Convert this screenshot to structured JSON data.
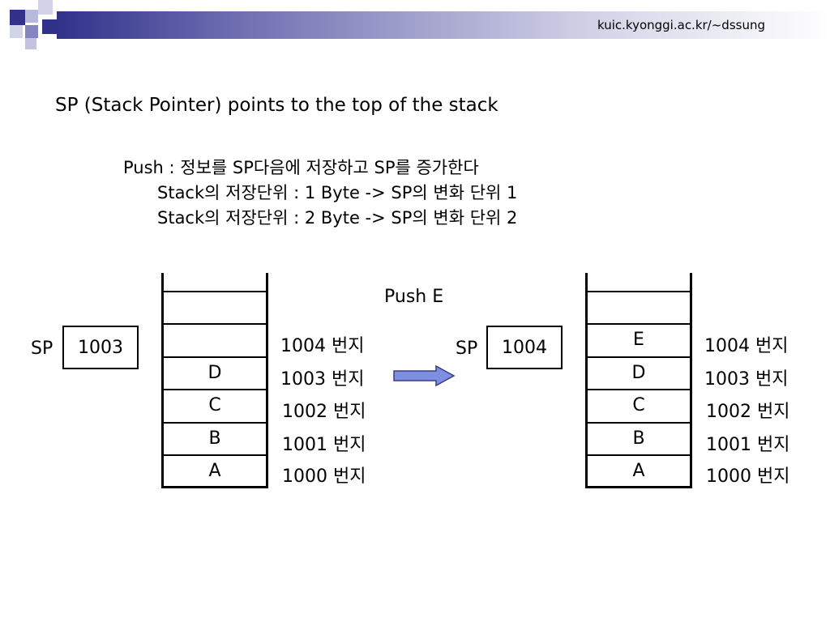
{
  "header": {
    "url": "kuic.kyonggi.ac.kr/~dssung",
    "colors": {
      "band_dark": "#31318a",
      "band_light": "#d7d7ea",
      "arrow": "#7f8fe0"
    }
  },
  "title": "SP (Stack Pointer) points to the top of the stack",
  "description": {
    "push_line": "Push : 정보를 SP다음에 저장하고 SP를 증가한다",
    "unit_1_line": "Stack의 저장단위 : 1 Byte -> SP의 변화 단위 1",
    "unit_2_line": "Stack의 저장단위 : 2 Byte -> SP의 변화 단위 2"
  },
  "operation_label": "Push E",
  "before": {
    "sp_label": "SP",
    "sp_value": "1003",
    "cells": [
      "",
      "D",
      "C",
      "B",
      "A"
    ],
    "addresses": [
      "1004 번지",
      "1003 번지",
      "1002 번지",
      "1001 번지",
      "1000 번지"
    ]
  },
  "after": {
    "sp_label": "SP",
    "sp_value": "1004",
    "cells": [
      "E",
      "D",
      "C",
      "B",
      "A"
    ],
    "addresses": [
      "1004 번지",
      "1003 번지",
      "1002 번지",
      "1001 번지",
      "1000 번지"
    ]
  }
}
